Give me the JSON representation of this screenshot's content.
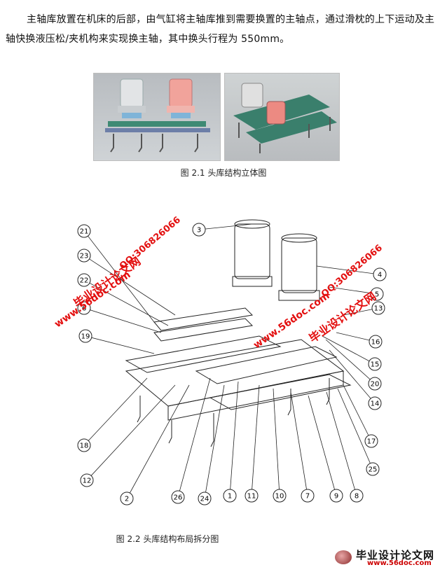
{
  "paragraph": "主轴库放置在机床的后部，由气缸将主轴库推到需要换置的主轴点，通过滑枕的上下运动及主轴快换液压松/夹机构来实现换主轴，其中换头行程为 550mm。",
  "figure1": {
    "caption": "图 2.1  头库结构立体图"
  },
  "figure2": {
    "caption": "图 2.2  头库结构布局拆分图",
    "callouts": [
      "21",
      "23",
      "22",
      "6",
      "19",
      "3",
      "4",
      "5",
      "13",
      "16",
      "15",
      "20",
      "14",
      "17",
      "25",
      "8",
      "9",
      "7",
      "10",
      "11",
      "1",
      "24",
      "26",
      "2",
      "12",
      "18"
    ]
  },
  "watermarks": {
    "site_cn": "毕业设计论文网",
    "url": "www.56doc.com",
    "qq": "QQ:306826066"
  },
  "footer": {
    "title": "毕业设计论文网",
    "url": "www.56doc.com"
  }
}
